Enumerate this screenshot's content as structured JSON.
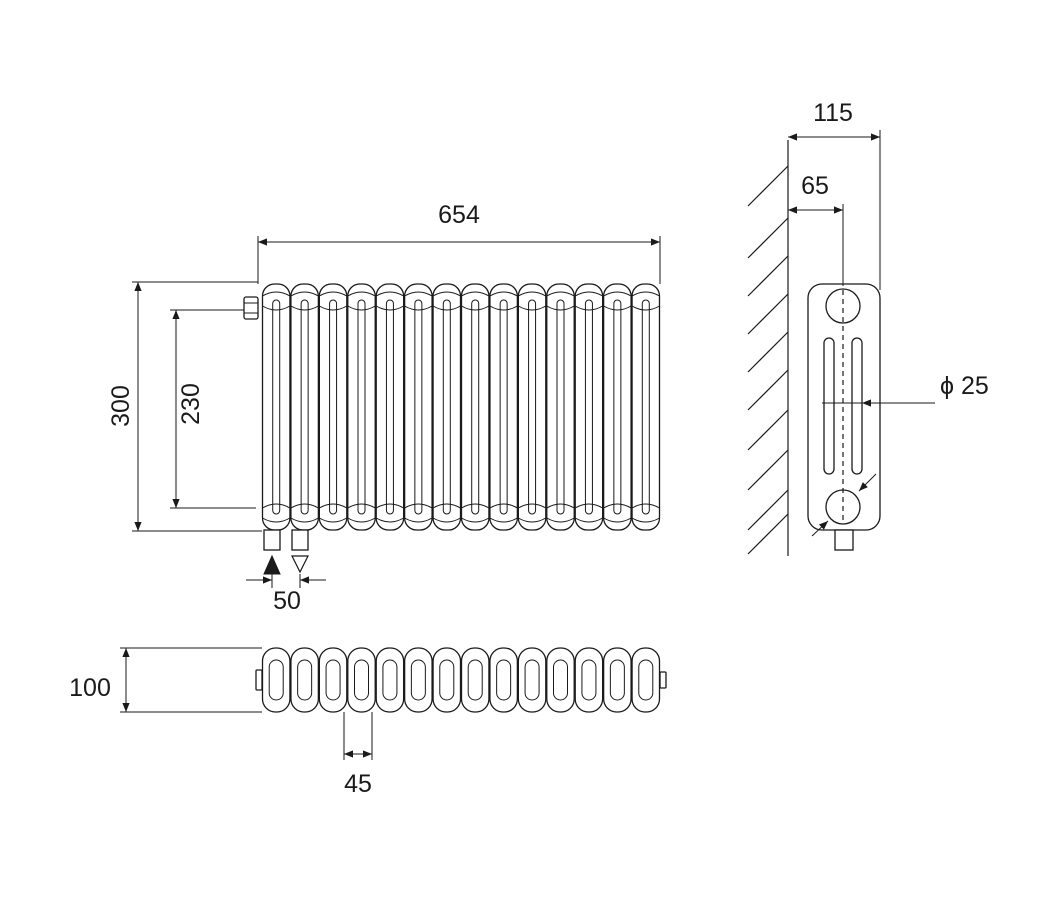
{
  "dimensions": {
    "width_total": "654",
    "height_total": "300",
    "pipe_centers": "230",
    "connection_spacing": "50",
    "depth_front": "100",
    "column_pitch": "45",
    "depth_side": "115",
    "wall_to_center": "65",
    "pipe_diameter": "ϕ 25"
  },
  "radiator": {
    "columns": 14
  },
  "symbols": {
    "flow_in": "filled-triangle-up",
    "flow_out": "open-triangle-down"
  }
}
